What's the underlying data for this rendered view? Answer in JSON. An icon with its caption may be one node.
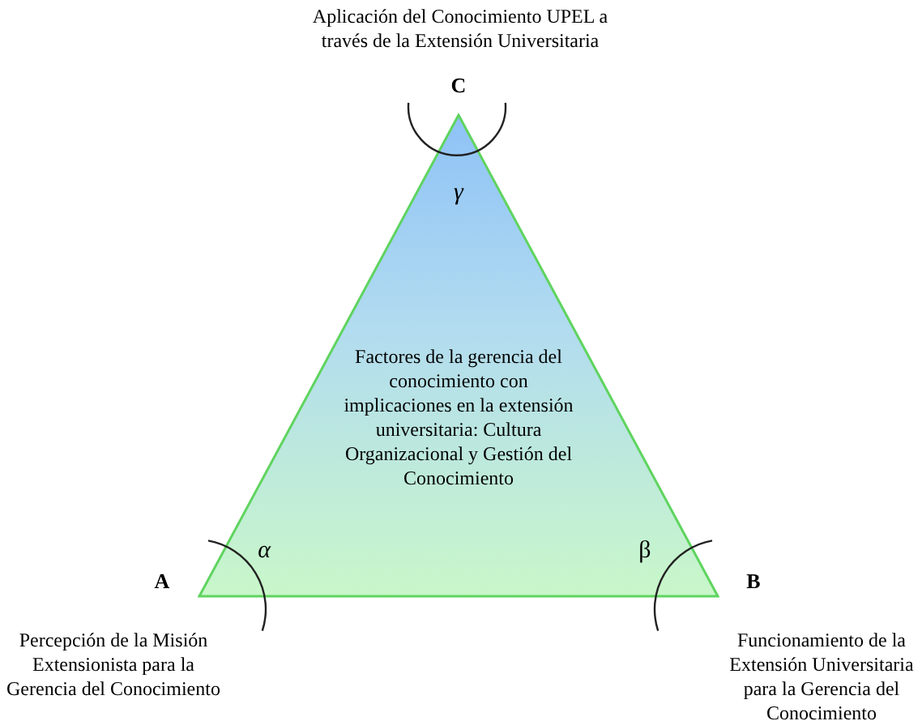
{
  "diagram": {
    "nodes": [
      {
        "text": [
          "Factores de la gerencia del conocimiento con implicaciones en la extensión universitaria: Cultura Organizacional y Gestión del Conocimiento"
        ]
      }
    ],
    "edges": [],
    "labels": [
      "Aplicación del Conocimiento UPEL a través de la Extensión Universitaria",
      "C",
      "γ",
      "α",
      "A",
      "β",
      "B",
      "Percepción de la Misión Extensionista para la Gerencia del Conocimiento",
      "Funcionamiento de la Extensión Universitaria para la Gerencia del Conocimiento"
    ]
  }
}
